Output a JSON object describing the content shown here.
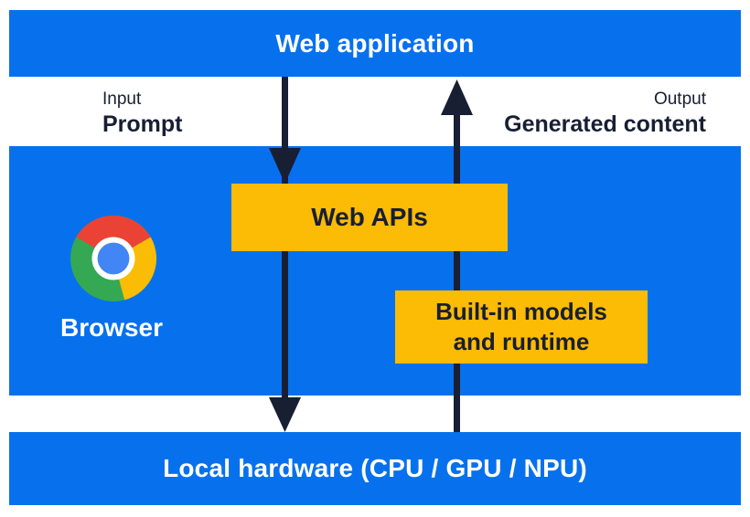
{
  "colors": {
    "panel_blue": "#0771ed",
    "box_yellow": "#fcbb04",
    "ink": "#181f33",
    "text_white": "#ffffff",
    "chrome_red": "#ea4335",
    "chrome_yellow": "#fbbc05",
    "chrome_green": "#34a853",
    "chrome_blue": "#4285f4",
    "chrome_ring": "#ffffff"
  },
  "top_bar": {
    "label": "Web application"
  },
  "io": {
    "input_caption": "Input",
    "input_label": "Prompt",
    "output_caption": "Output",
    "output_label": "Generated content"
  },
  "browser_panel": {
    "icon": "chrome-logo",
    "label": "Browser",
    "web_apis_box": {
      "label": "Web APIs"
    },
    "builtin_box": {
      "line1": "Built-in models",
      "line2": "and runtime"
    }
  },
  "bottom_bar": {
    "label": "Local hardware (CPU / GPU / NPU)"
  },
  "arrows": {
    "down_arrow": "input-flow-arrow",
    "up_arrow": "output-flow-arrow"
  }
}
